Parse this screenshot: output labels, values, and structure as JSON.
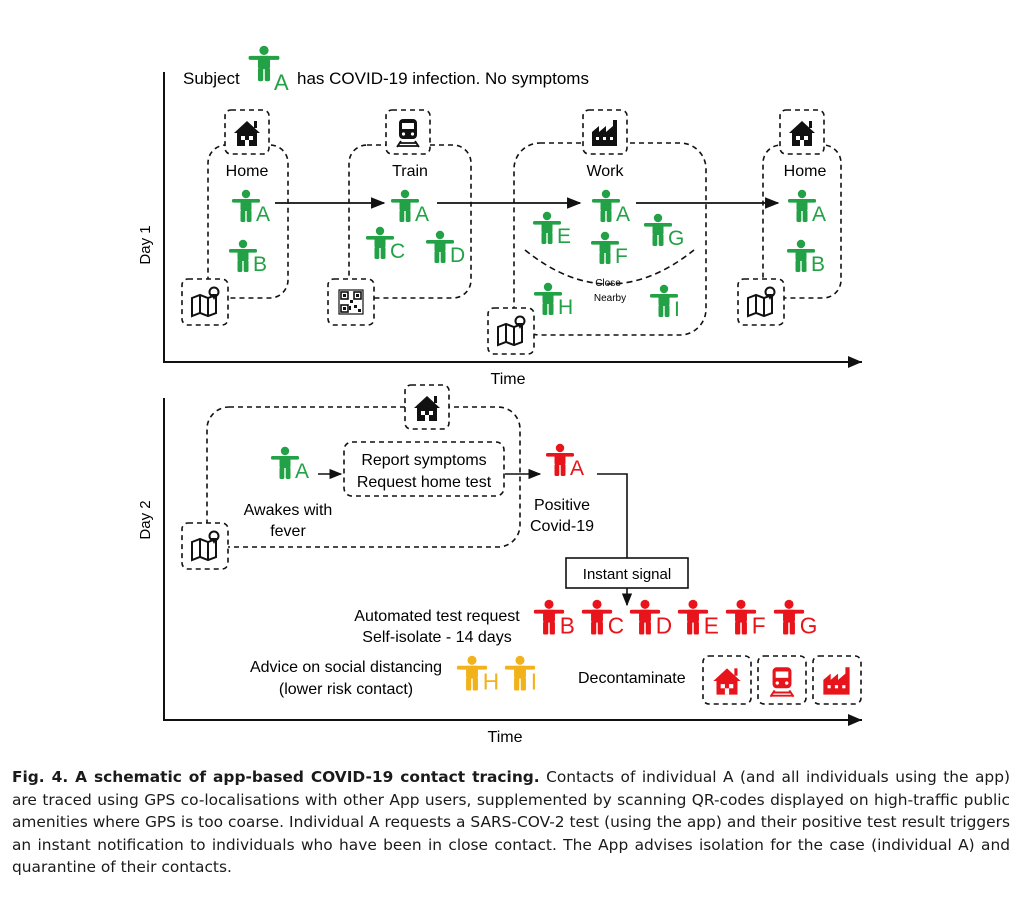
{
  "colors": {
    "green": "#23a146",
    "red": "#e8141b",
    "yellow": "#f2b21b",
    "black": "#111111"
  },
  "header": {
    "prefix": "Subject",
    "letter": "A",
    "suffix": "has COVID-19 infection. No symptoms"
  },
  "day1": {
    "axis_label": "Day 1",
    "time_label": "Time",
    "locations": [
      {
        "label": "Home",
        "icon": "house-icon",
        "people": [
          "A",
          "B"
        ]
      },
      {
        "label": "Train",
        "icon": "train-icon",
        "people": [
          "A",
          "C",
          "D"
        ]
      },
      {
        "label": "Work",
        "icon": "factory-icon",
        "people": [
          "A",
          "E",
          "F",
          "G",
          "H",
          "I"
        ]
      },
      {
        "label": "Home",
        "icon": "house-icon",
        "people": [
          "A",
          "B"
        ]
      }
    ],
    "close_label": "Close",
    "nearby_label": "Nearby"
  },
  "day2": {
    "axis_label": "Day 2",
    "time_label": "Time",
    "awakes_line1": "Awakes with",
    "awakes_line2": "fever",
    "report_line1": "Report symptoms",
    "report_line2": "Request home test",
    "positive_line1": "Positive",
    "positive_line2": "Covid-19",
    "signal_label": "Instant signal",
    "test_line1": "Automated test request",
    "test_line2": "Self-isolate - 14 days",
    "red_people": [
      "B",
      "C",
      "D",
      "E",
      "F",
      "G"
    ],
    "advice_line1": "Advice on social distancing",
    "advice_line2": "(lower risk contact)",
    "yellow_people": [
      "H",
      "I"
    ],
    "decontaminate_label": "Decontaminate",
    "decon_icons": [
      "house-icon",
      "train-icon",
      "factory-icon"
    ]
  },
  "caption": {
    "title": "Fig. 4. A schematic of app-based COVID-19 contact tracing.",
    "body": " Contacts of individual A (and all individuals using the app) are traced using GPS co-localisations with other App users, supplemented by scanning QR-codes displayed on high-traffic public amenities where GPS is too coarse. Individual A requests a SARS-COV-2 test (using the app) and their positive test result triggers an instant notification to individuals who have been in close contact. The App advises isolation for the case (individual A) and quarantine of their contacts."
  }
}
